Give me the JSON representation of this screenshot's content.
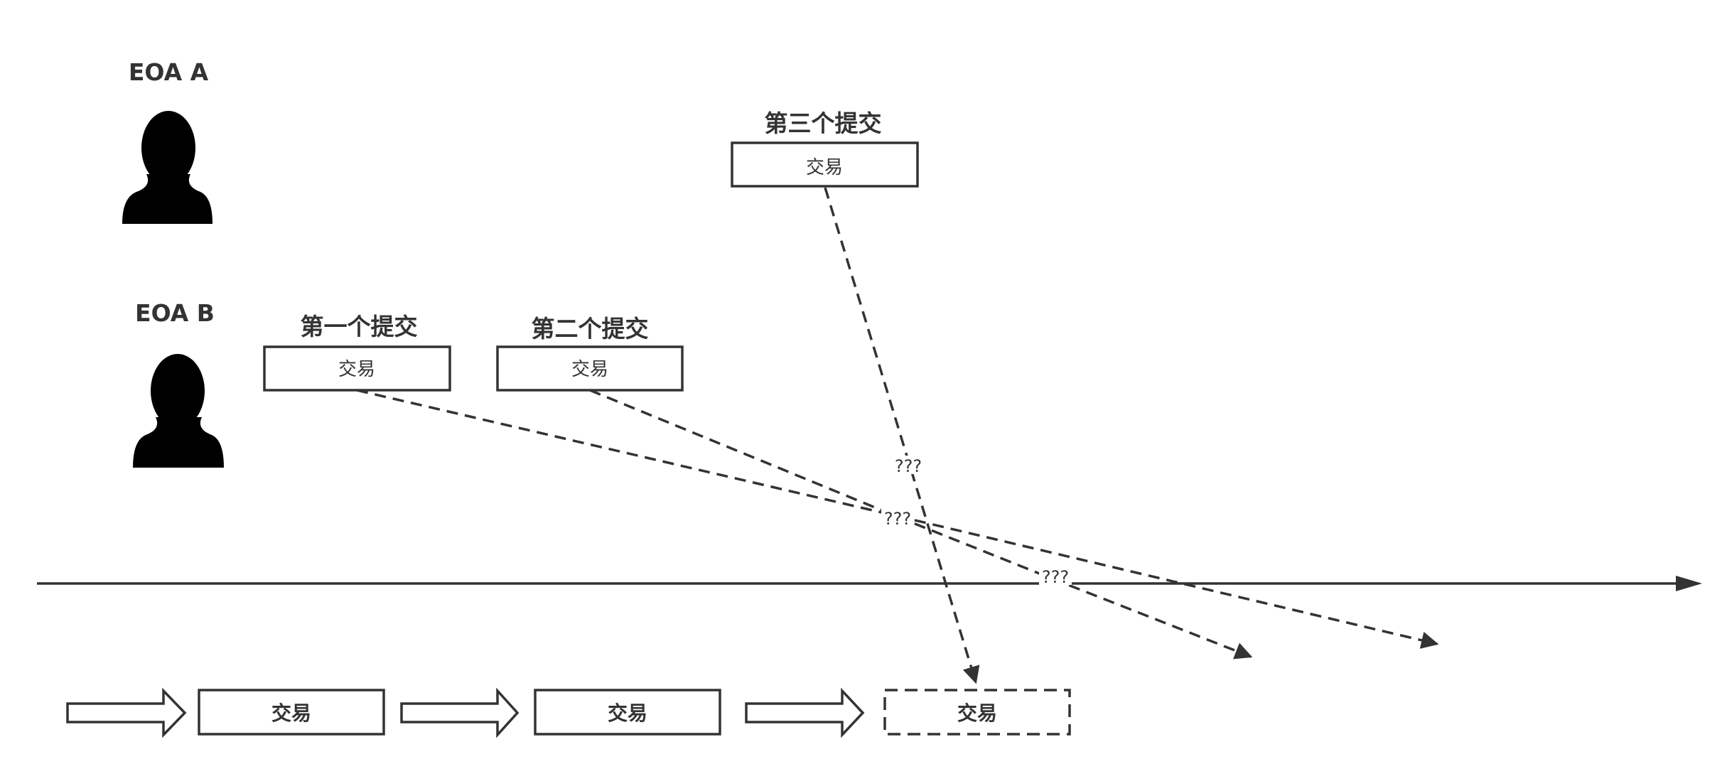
{
  "actors": {
    "a": {
      "label": "EOA A"
    },
    "b": {
      "label": "EOA B"
    }
  },
  "submissions": {
    "first": {
      "label": "第一个提交",
      "box_text": "交易"
    },
    "second": {
      "label": "第二个提交",
      "box_text": "交易"
    },
    "third": {
      "label": "第三个提交",
      "box_text": "交易"
    }
  },
  "question_marks": {
    "upper": "???",
    "middle": "???",
    "lower": "???"
  },
  "chain": {
    "block1": "交易",
    "block2": "交易",
    "block3": "交易"
  },
  "icons": {
    "actor_icon": "person-silhouette-icon",
    "flow_icon": "hollow-right-arrow-icon"
  },
  "colors": {
    "stroke": "#333333",
    "silhouette": "#000000",
    "background": "#ffffff"
  }
}
